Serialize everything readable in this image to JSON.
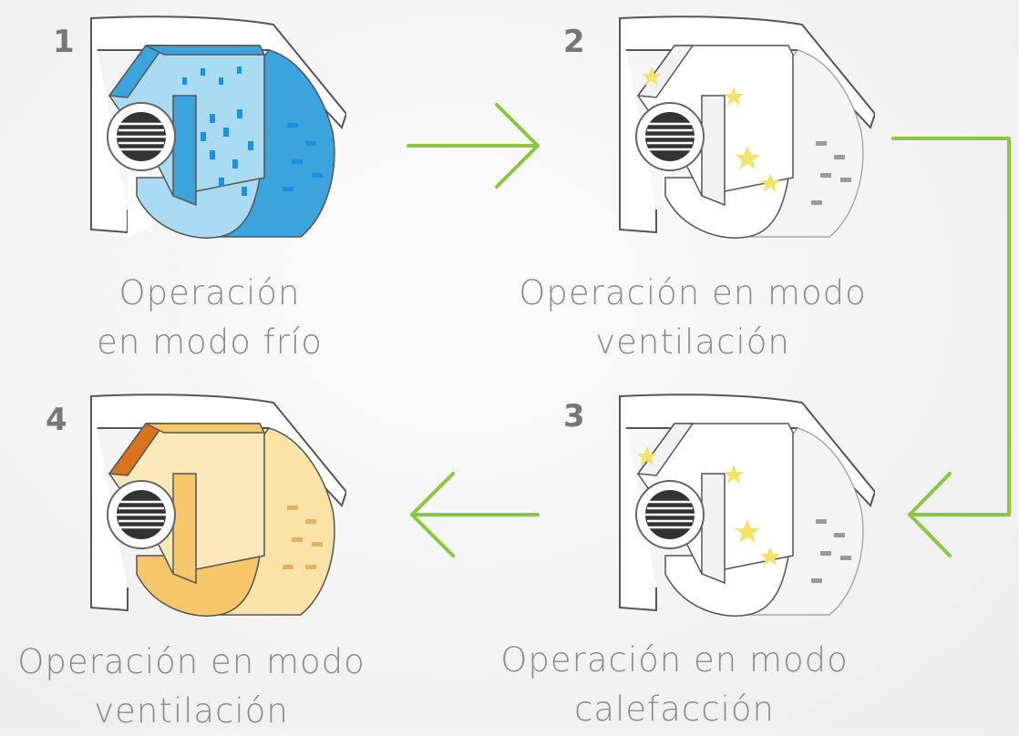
{
  "steps": [
    {
      "number": "1",
      "caption_line1": "Operación",
      "caption_line2": "en modo frío",
      "theme": {
        "fill": "#3ba4dd",
        "light": "#a9dbf3",
        "accent": "#1e8fd6",
        "dot": "#1e90e0",
        "face": "#5fb8e8"
      }
    },
    {
      "number": "2",
      "caption_line1": "Operación en modo",
      "caption_line2": "ventilación",
      "theme": {
        "fill": "#ffffff",
        "light": "#f4f4f4",
        "accent": "#888888",
        "dot": "#9a9a9a",
        "face": "#f2f2f2",
        "star": "#f2e36a"
      }
    },
    {
      "number": "3",
      "caption_line1": "Operación en modo",
      "caption_line2": "calefacción",
      "theme": {
        "fill": "#ffffff",
        "light": "#f4f4f4",
        "accent": "#888888",
        "dot": "#9a9a9a",
        "face": "#f2f2f2",
        "star": "#f2e36a"
      }
    },
    {
      "number": "4",
      "caption_line1": "Operación en modo",
      "caption_line2": "ventilación",
      "theme": {
        "fill": "#f7c66a",
        "light": "#fbe3a8",
        "accent": "#d9731e",
        "dot": "#e4b167",
        "face": "#f7d89a"
      }
    }
  ],
  "colors": {
    "arrow": "#8cc63f",
    "number": "#777777",
    "caption": "#8a8a8a"
  },
  "icons": [
    "ac-unit-cool-icon",
    "ac-unit-fan-icon",
    "ac-unit-heat-icon",
    "ac-unit-warm-fan-icon",
    "arrow-right-icon",
    "arrow-left-icon",
    "elbow-arrow-icon"
  ]
}
